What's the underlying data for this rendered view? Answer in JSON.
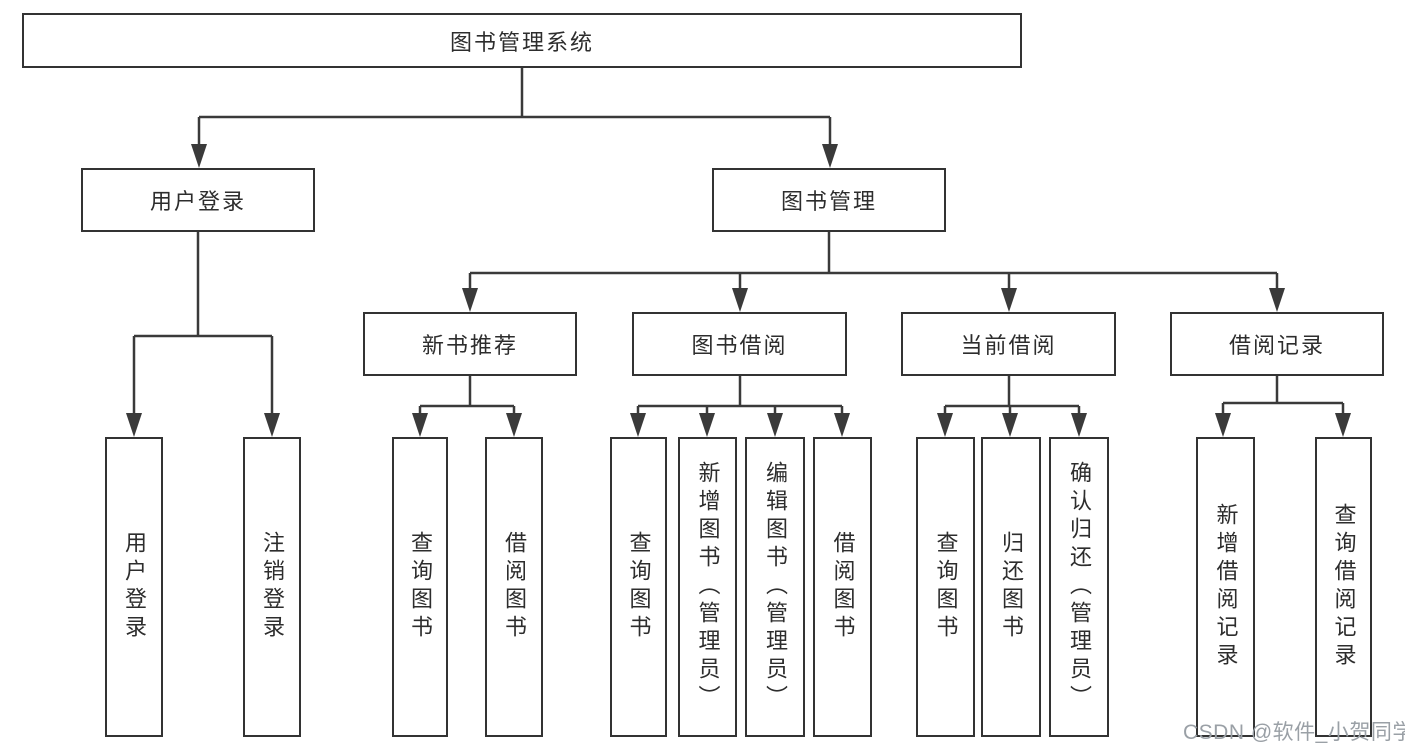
{
  "tree": {
    "root": {
      "label": "图书管理系统",
      "children": [
        {
          "label": "用户登录",
          "children": [
            {
              "label": "用户登录"
            },
            {
              "label": "注销登录"
            }
          ]
        },
        {
          "label": "图书管理",
          "children": [
            {
              "label": "新书推荐",
              "children": [
                {
                  "label": "查询图书"
                },
                {
                  "label": "借阅图书"
                }
              ]
            },
            {
              "label": "图书借阅",
              "children": [
                {
                  "label": "查询图书"
                },
                {
                  "label": "新增图书（管理员）"
                },
                {
                  "label": "编辑图书（管理员）"
                },
                {
                  "label": "借阅图书"
                }
              ]
            },
            {
              "label": "当前借阅",
              "children": [
                {
                  "label": "查询图书"
                },
                {
                  "label": "归还图书"
                },
                {
                  "label": "确认归还（管理员）"
                }
              ]
            },
            {
              "label": "借阅记录",
              "children": [
                {
                  "label": "新增借阅记录"
                },
                {
                  "label": "查询借阅记录"
                }
              ]
            }
          ]
        }
      ]
    }
  },
  "watermark": {
    "text": "CSDN @软件_小贺同学",
    "color": "#9aa0a6"
  },
  "colors": {
    "background": "#ffffff",
    "line": "#3a3a3a",
    "box_border": "#333333",
    "box_fill": "#ffffff",
    "text": "#2d2d2d"
  }
}
